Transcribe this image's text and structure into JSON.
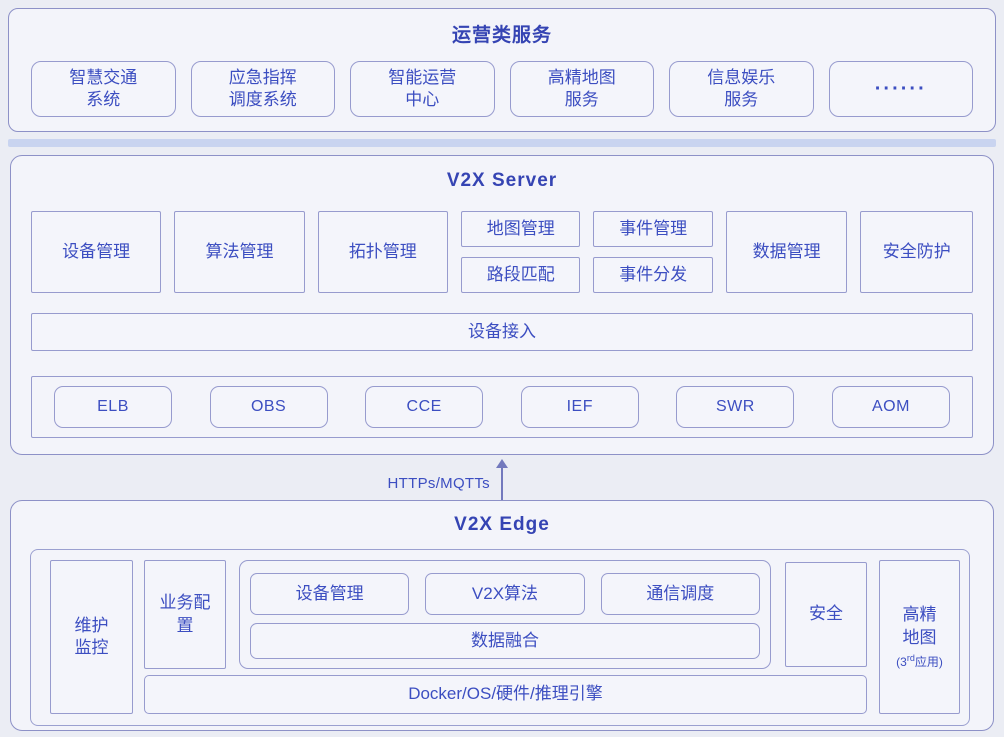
{
  "colors": {
    "page_bg": "#ebedf4",
    "panel_bg": "#f3f4fa",
    "panel_border": "#8d91c7",
    "box_border": "#979bce",
    "text_blue": "#3c4ec1",
    "title_blue": "#3544b3",
    "divider": "#c9d4f0",
    "arrow": "#7379bd"
  },
  "top": {
    "title": "运营类服务",
    "items": [
      {
        "line1": "智慧交通",
        "line2": "系统"
      },
      {
        "line1": "应急指挥",
        "line2": "调度系统"
      },
      {
        "line1": "智能运营",
        "line2": "中心"
      },
      {
        "line1": "高精地图",
        "line2": "服务"
      },
      {
        "line1": "信息娱乐",
        "line2": "服务"
      },
      {
        "line1": "······",
        "line2": ""
      }
    ]
  },
  "server": {
    "title": "V2X Server",
    "boxes": [
      "设备管理",
      "算法管理",
      "拓扑管理"
    ],
    "stack1": [
      "地图管理",
      "路段匹配"
    ],
    "stack2": [
      "事件管理",
      "事件分发"
    ],
    "box_data": "数据管理",
    "box_security": "安全防护",
    "access_bar": "设备接入",
    "cloud_services": [
      "ELB",
      "OBS",
      "CCE",
      "IEF",
      "SWR",
      "AOM"
    ]
  },
  "connector": {
    "label": "HTTPs/MQTTs"
  },
  "edge": {
    "title": "V2X Edge",
    "maintenance": {
      "line1": "维护",
      "line2": "监控"
    },
    "business": {
      "line1": "业务配",
      "line2": "置"
    },
    "apps": [
      "设备管理",
      "V2X算法",
      "通信调度"
    ],
    "fusion": "数据融合",
    "security": "安全",
    "hdmap": {
      "line1": "高精",
      "line2": "地图",
      "note_pre": "(3",
      "note_sup": "rd",
      "note_post": "应用)"
    },
    "platform": "Docker/OS/硬件/推理引擎"
  }
}
